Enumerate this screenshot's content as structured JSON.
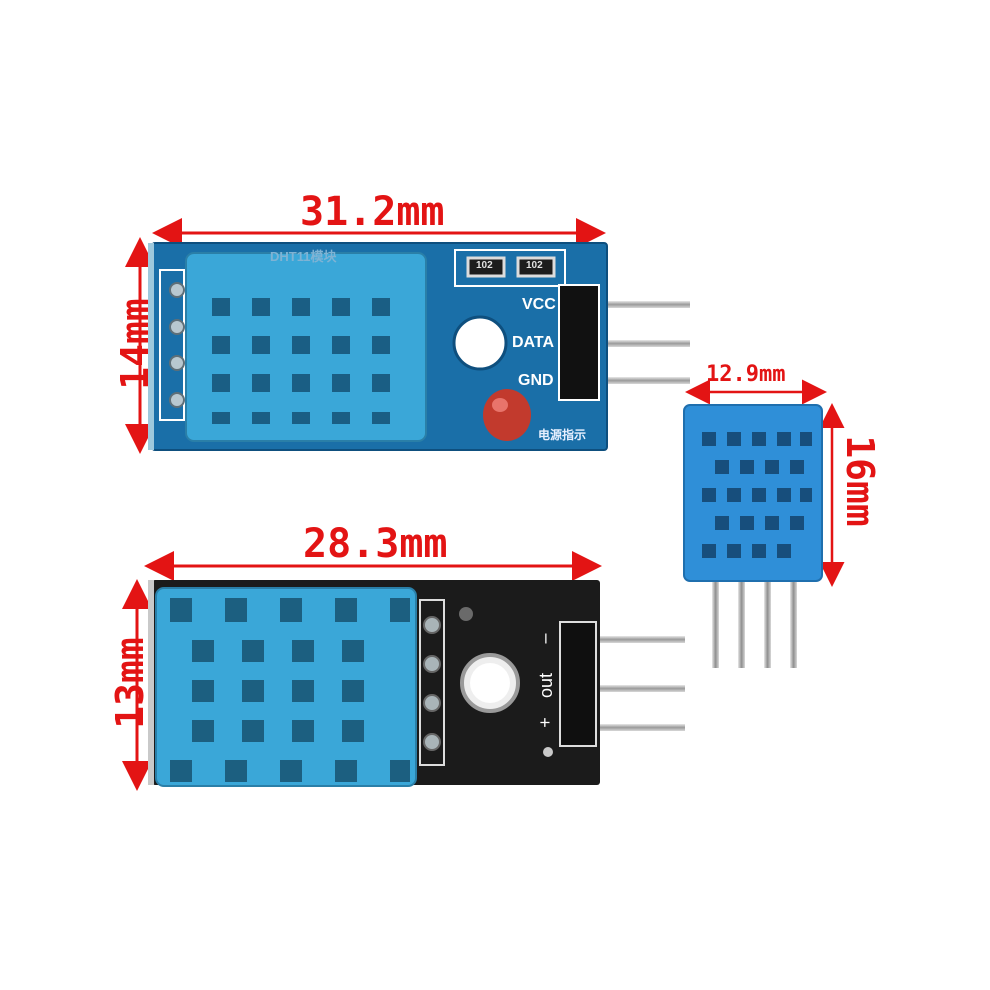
{
  "dimensions": {
    "module1_width": "31.2mm",
    "module1_height": "14mm",
    "module2_width": "28.3mm",
    "module2_height": "13mm",
    "sensor_width": "12.9mm",
    "sensor_height": "16mm"
  },
  "module1": {
    "silk_title": "DHT11模块",
    "pin_vcc": "VCC",
    "pin_data": "DATA",
    "pin_gnd": "GND",
    "resistor1": "102",
    "resistor2": "102",
    "led_label": "电源指示"
  },
  "module2": {
    "pin_minus": "–",
    "pin_out": "out",
    "pin_plus": "+"
  },
  "colors": {
    "dimension_red": "#e31414",
    "sensor_blue": "#3aa7d8",
    "pcb_blue": "#1a6fa8",
    "pcb_black": "#1b1b1b"
  }
}
